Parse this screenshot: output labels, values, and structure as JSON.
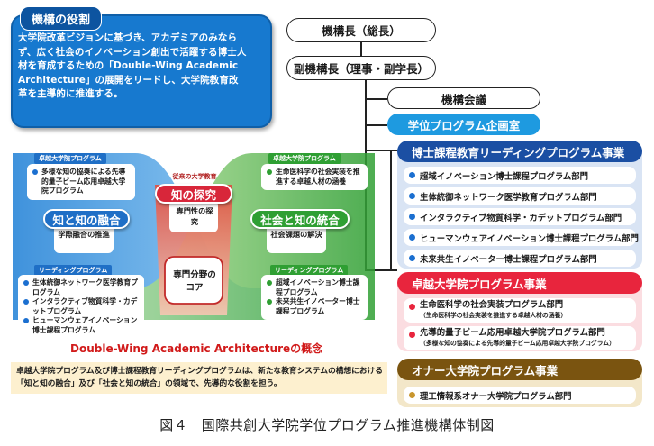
{
  "role": {
    "title": "機構の役割",
    "text": "大学院改革ビジョンに基づき、アカデミアのみならず、広く社会のイノベーション創出で活躍する博士人材を育成するための「Double-Wing Academic Architecture」の展開をリードし、大学院教育改革を主導的に推進する。"
  },
  "org": {
    "head": "機構長（総長）",
    "vice": "副機構長（理事・副学長）",
    "council": "機構会議",
    "office": "学位プログラム企画室",
    "doctoral": {
      "title": "博士課程教育リーディングプログラム事業",
      "color": "#1b4fa3",
      "items": [
        "超域イノベーション博士課程プログラム部門",
        "生体統御ネットワーク医学教育プログラム部門",
        "インタラクティブ物質科学・カデットプログラム部門",
        "ヒューマンウェアイノベーション博士課程プログラム部門",
        "未来共生イノベーター博士課程プログラム部門"
      ]
    },
    "elite": {
      "title": "卓越大学院プログラム事業",
      "color": "#e8253d",
      "items": [
        {
          "main": "生命医科学の社会実装プログラム部門",
          "note": "（生命医科学の社会実装を推進する卓越人材の涵養）"
        },
        {
          "main": "先導的量子ビーム応用卓越大学院プログラム部門",
          "note": "（多様な知の協奏による先導的量子ビーム応用卓越大学院プログラム）"
        }
      ]
    },
    "owner": {
      "title": "オナー大学院プログラム事業",
      "color": "#7a5410",
      "items": [
        "理工情報系オナー大学院プログラム部門"
      ]
    }
  },
  "concept": {
    "top_left_tag": "卓越大学院プログラム",
    "top_left_items": [
      "多様な知の協奏による先導的量子ビーム応用卓越大学院プログラム"
    ],
    "top_right_tag": "卓越大学院プログラム",
    "top_right_items": [
      "生命医科学の社会実装を推進する卓越人材の涵養"
    ],
    "left_label": "知と知の融合",
    "left_sub": "学際融合の推進",
    "center_top_small": "従来の大学教育",
    "center_label": "知の探究",
    "center_sub": "専門性の探究",
    "center_core": "専門分野のコア",
    "right_label": "社会と知の統合",
    "right_sub": "社会課題の解決",
    "bottom_left_tag": "リーディングプログラム",
    "bottom_left_items": [
      "生体統御ネットワーク医学教育プログラム",
      "インタラクティブ物質科学・カデットプログラム",
      "ヒューマンウェアイノベーション博士課程プログラム"
    ],
    "bottom_right_tag": "リーディングプログラム",
    "bottom_right_items": [
      "超域イノベーション博士課程プログラム",
      "未来共生イノベーター博士課程プログラム"
    ],
    "title": "Double-Wing Academic Architectureの概念"
  },
  "bottom_text": "卓越大学院プログラム及び博士課程教育リーディングプログラムは、新たな教育システムの構想における「知と知の融合」及び「社会と知の統合」の領域で、先導的な役割を担う。",
  "caption": "図４　国際共創大学院学位プログラム推進機構体制図",
  "colors": {
    "blue": "#1779cf",
    "green": "#3aa935",
    "red": "#d8263a",
    "olive": "#c9a24a"
  }
}
